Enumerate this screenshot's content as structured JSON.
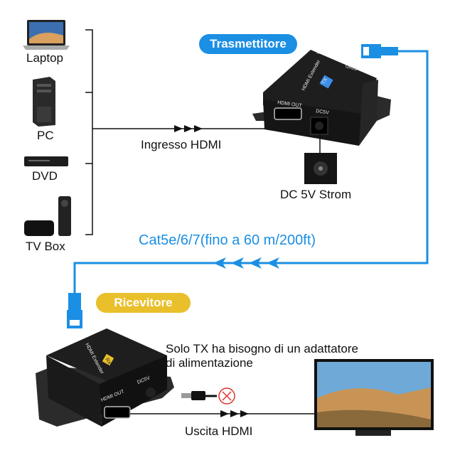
{
  "sources": [
    {
      "label": "Laptop",
      "icon": "laptop-icon"
    },
    {
      "label": "PC",
      "icon": "pc-tower-icon"
    },
    {
      "label": "DVD",
      "icon": "dvd-player-icon"
    },
    {
      "label": "TV Box",
      "icon": "tv-box-icon"
    }
  ],
  "transmitter": {
    "badge": "Trasmettitore",
    "input_label": "Ingresso HDMI",
    "power_label": "DC 5V Strom",
    "device_text": {
      "name": "HDMI Extender",
      "tag": "TX",
      "hdmi": "HDMI OUT",
      "dc": "DC5V",
      "out": "OUT",
      "edid": "EDID"
    }
  },
  "cable": {
    "label": "Cat5e/6/7(fino a 60 m/200ft)"
  },
  "receiver": {
    "badge": "Ricevitore",
    "note_line1": "Solo TX ha bisogno di un adattatore",
    "note_line2": "di alimentazione",
    "output_label": "Uscita HDMI",
    "device_text": {
      "name": "HDMI Extender",
      "tag": "RX",
      "hdmi": "HDMI OUT",
      "dc": "DC5V"
    }
  },
  "colors": {
    "blue": "#1b8fe3",
    "yellow": "#e9c02b",
    "device": "#232323",
    "cross": "#e0312b"
  }
}
